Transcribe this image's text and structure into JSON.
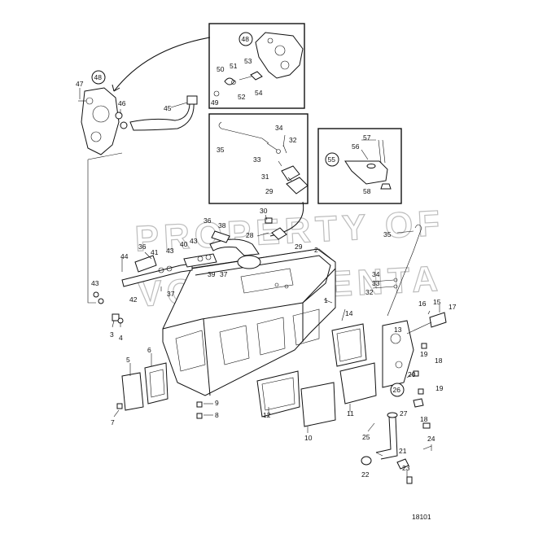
{
  "figure": {
    "reference_number": "18101",
    "watermark_line1": "PROPERTY OF",
    "watermark_line2": "VOLVO PENTA"
  },
  "callouts": [
    {
      "id": "c48a",
      "label": "48",
      "circled": true
    },
    {
      "id": "c48b",
      "label": "48",
      "circled": true
    },
    {
      "id": "c47",
      "label": "47"
    },
    {
      "id": "c46",
      "label": "46"
    },
    {
      "id": "c45",
      "label": "45"
    },
    {
      "id": "c50",
      "label": "50"
    },
    {
      "id": "c51",
      "label": "51"
    },
    {
      "id": "c53",
      "label": "53"
    },
    {
      "id": "c49",
      "label": "49"
    },
    {
      "id": "c52",
      "label": "52"
    },
    {
      "id": "c54",
      "label": "54"
    },
    {
      "id": "c34a",
      "label": "34"
    },
    {
      "id": "c35a",
      "label": "35"
    },
    {
      "id": "c32a",
      "label": "32"
    },
    {
      "id": "c33a",
      "label": "33"
    },
    {
      "id": "c31",
      "label": "31"
    },
    {
      "id": "c29a",
      "label": "29"
    },
    {
      "id": "c57",
      "label": "57"
    },
    {
      "id": "c56",
      "label": "56"
    },
    {
      "id": "c55",
      "label": "55",
      "circled": true
    },
    {
      "id": "c58",
      "label": "58"
    },
    {
      "id": "c30",
      "label": "30"
    },
    {
      "id": "c28",
      "label": "28"
    },
    {
      "id": "c29b",
      "label": "29"
    },
    {
      "id": "c36a",
      "label": "36"
    },
    {
      "id": "c38",
      "label": "38"
    },
    {
      "id": "c43a",
      "label": "43"
    },
    {
      "id": "c36b",
      "label": "36"
    },
    {
      "id": "c43b",
      "label": "43"
    },
    {
      "id": "c40",
      "label": "40"
    },
    {
      "id": "c41",
      "label": "41"
    },
    {
      "id": "c39",
      "label": "39"
    },
    {
      "id": "c37a",
      "label": "37"
    },
    {
      "id": "c44",
      "label": "44"
    },
    {
      "id": "c37b",
      "label": "37"
    },
    {
      "id": "c43c",
      "label": "43"
    },
    {
      "id": "c42",
      "label": "42"
    },
    {
      "id": "c2",
      "label": "2"
    },
    {
      "id": "c35b",
      "label": "35"
    },
    {
      "id": "c34b",
      "label": "34"
    },
    {
      "id": "c33b",
      "label": "33"
    },
    {
      "id": "c32b",
      "label": "32"
    },
    {
      "id": "c1",
      "label": "1"
    },
    {
      "id": "c14",
      "label": "14"
    },
    {
      "id": "c16",
      "label": "16"
    },
    {
      "id": "c15",
      "label": "15"
    },
    {
      "id": "c17",
      "label": "17"
    },
    {
      "id": "c3",
      "label": "3"
    },
    {
      "id": "c4",
      "label": "4"
    },
    {
      "id": "c13",
      "label": "13"
    },
    {
      "id": "c19a",
      "label": "19"
    },
    {
      "id": "c18a",
      "label": "18"
    },
    {
      "id": "c5",
      "label": "5"
    },
    {
      "id": "c6",
      "label": "6"
    },
    {
      "id": "c20",
      "label": "20"
    },
    {
      "id": "c19b",
      "label": "19"
    },
    {
      "id": "c26",
      "label": "26",
      "circled": true
    },
    {
      "id": "c27",
      "label": "27"
    },
    {
      "id": "c18b",
      "label": "18"
    },
    {
      "id": "c9",
      "label": "9"
    },
    {
      "id": "c8",
      "label": "8"
    },
    {
      "id": "c7",
      "label": "7"
    },
    {
      "id": "c12",
      "label": "12"
    },
    {
      "id": "c11",
      "label": "11"
    },
    {
      "id": "c10",
      "label": "10"
    },
    {
      "id": "c25",
      "label": "25"
    },
    {
      "id": "c24",
      "label": "24"
    },
    {
      "id": "c21",
      "label": "21"
    },
    {
      "id": "c22",
      "label": "22"
    },
    {
      "id": "c23",
      "label": "23"
    }
  ]
}
